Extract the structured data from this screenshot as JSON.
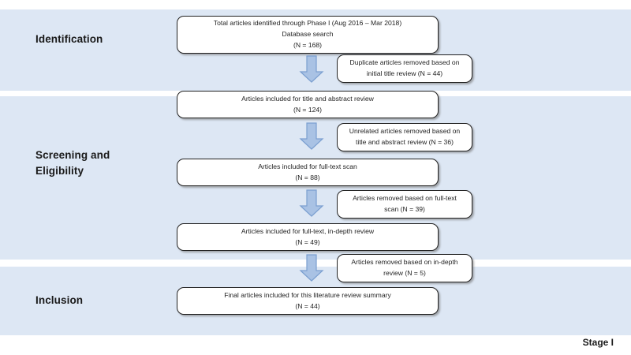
{
  "stages": [
    {
      "id": "identification",
      "label": "Identification"
    },
    {
      "id": "screening",
      "label": "Screening and\nEligibility"
    },
    {
      "id": "inclusion",
      "label": "Inclusion"
    }
  ],
  "flow": {
    "total_articles": "Total articles identified through Phase I (Aug 2016 – Mar 2018)\nDatabase search\n(N = 168)",
    "duplicates": "Duplicate articles removed based on\ninitial title review (N = 44)",
    "title_abstract": "Articles included for title and abstract review\n(N = 124)",
    "unrelated": "Unrelated articles removed based on\ntitle and abstract review (N = 36)",
    "fulltext_scan": "Articles included for full-text scan\n(N = 88)",
    "removed_scan": "Articles removed based on full-text\nscan (N = 39)",
    "indepth": "Articles included for full-text, in-depth review\n(N = 49)",
    "removed_indepth": "Articles removed based on in-depth\nreview  (N = 5)",
    "final": "Final articles included for this literature review summary\n(N = 44)"
  },
  "caption": "Stage I",
  "colors": {
    "band": "#dde7f4",
    "arrow_fill": "#a9c2e4",
    "arrow_stroke": "#7b9fd0",
    "box_border": "#222222",
    "box_fill": "#ffffff",
    "text": "#1f1f1f"
  },
  "counts": {
    "identified": 168,
    "duplicates_removed": 44,
    "title_abstract_review": 124,
    "unrelated_removed": 36,
    "fulltext_scan": 88,
    "removed_after_scan": 39,
    "indepth_review": 49,
    "removed_after_indepth": 5,
    "final_included": 44
  }
}
